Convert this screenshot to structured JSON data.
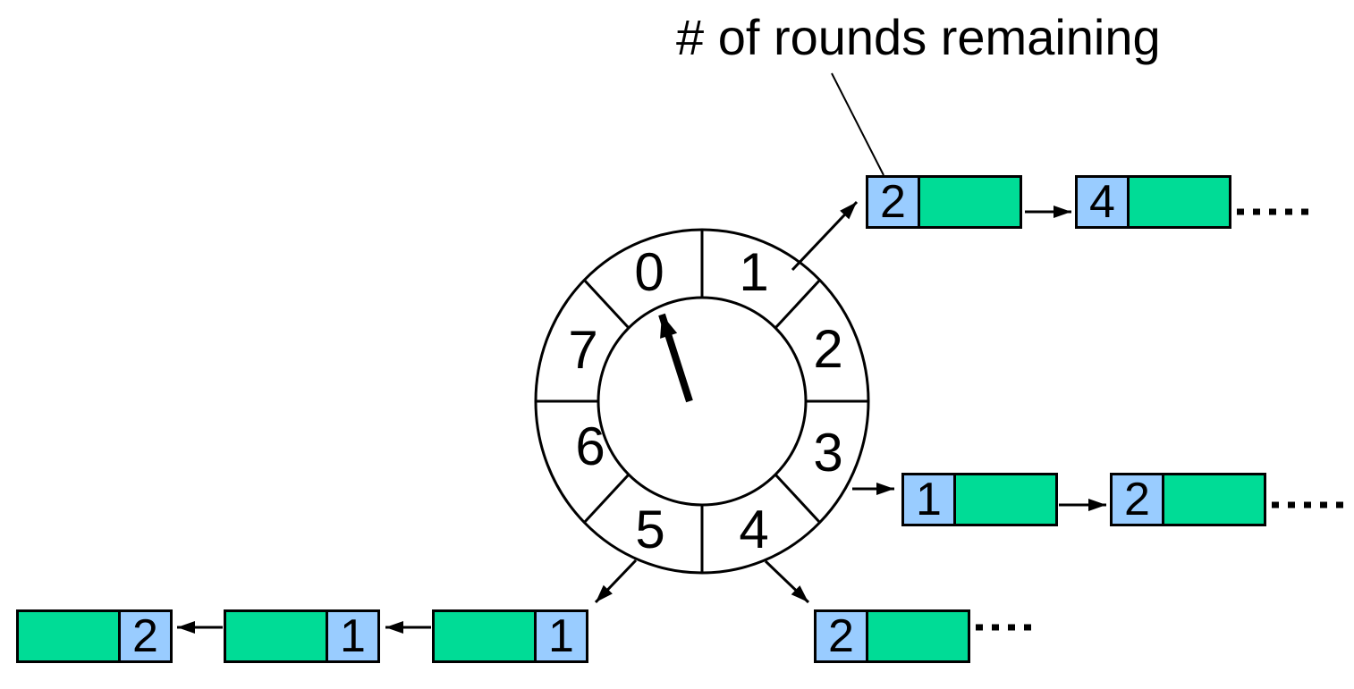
{
  "title": "# of rounds remaining",
  "colors": {
    "payload_green": "#00DC96",
    "rounds_blue": "#99CCFF",
    "ink": "#000000",
    "background": "#FFFFFF"
  },
  "wheel": {
    "slots": [
      "0",
      "1",
      "2",
      "3",
      "4",
      "5",
      "6",
      "7"
    ],
    "hand_points_to_slot": "0"
  },
  "timer_lists": [
    {
      "slot": "1",
      "nodes": [
        "2",
        "4"
      ],
      "continues": true
    },
    {
      "slot": "3",
      "nodes": [
        "1",
        "2"
      ],
      "continues": true
    },
    {
      "slot": "4",
      "nodes": [
        "2"
      ],
      "continues": true
    },
    {
      "slot": "5",
      "nodes": [
        "1",
        "1",
        "2"
      ],
      "continues": false
    }
  ]
}
